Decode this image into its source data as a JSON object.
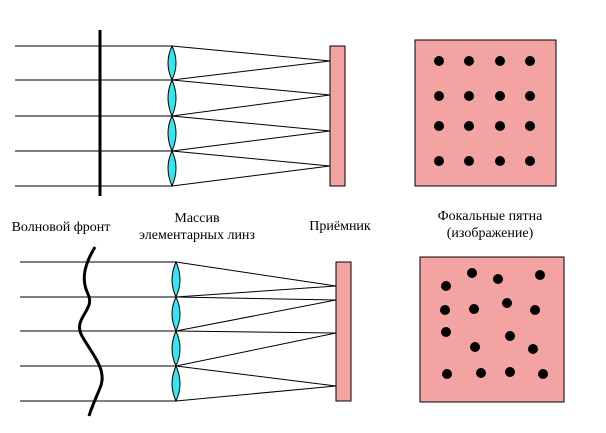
{
  "labels": {
    "wavefront": "Волновой фронт",
    "lens_array_line1": "Массив",
    "lens_array_line2": "элементарных линз",
    "receiver": "Приёмник",
    "focal_spots_line1": "Фокальные пятна",
    "focal_spots_line2": "(изображение)"
  },
  "colors": {
    "lens_fill": "#33e6f0",
    "receiver_fill": "#f4a3a3",
    "line": "#000000"
  }
}
